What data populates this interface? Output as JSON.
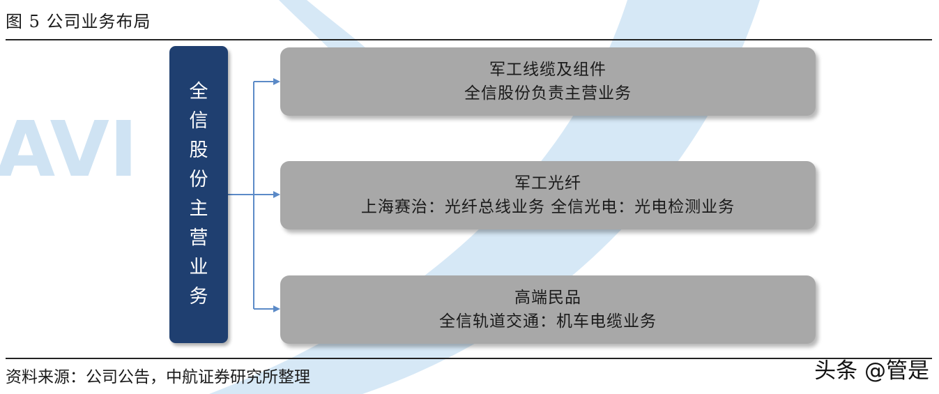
{
  "figure": {
    "title": "图  5 公司业务布局"
  },
  "watermark": {
    "text": "AVI",
    "color": "#cfe3f3"
  },
  "main_node": {
    "label": "全信股份主营业务",
    "color": "#1f3f70"
  },
  "branches": [
    {
      "line1": "军工线缆及组件",
      "line2": "全信股份负责主营业务"
    },
    {
      "line1": "军工光纤",
      "line2": "上海赛治：光纤总线业务 全信光电：光电检测业务"
    },
    {
      "line1": "高端民品",
      "line2": "全信轨道交通：机车电缆业务"
    }
  ],
  "colors": {
    "branch_fill": "#a8a8a8",
    "connector": "#5b8ac7"
  },
  "source": "资料来源：公司公告，中航证券研究所整理",
  "credit": "头条 @管是"
}
